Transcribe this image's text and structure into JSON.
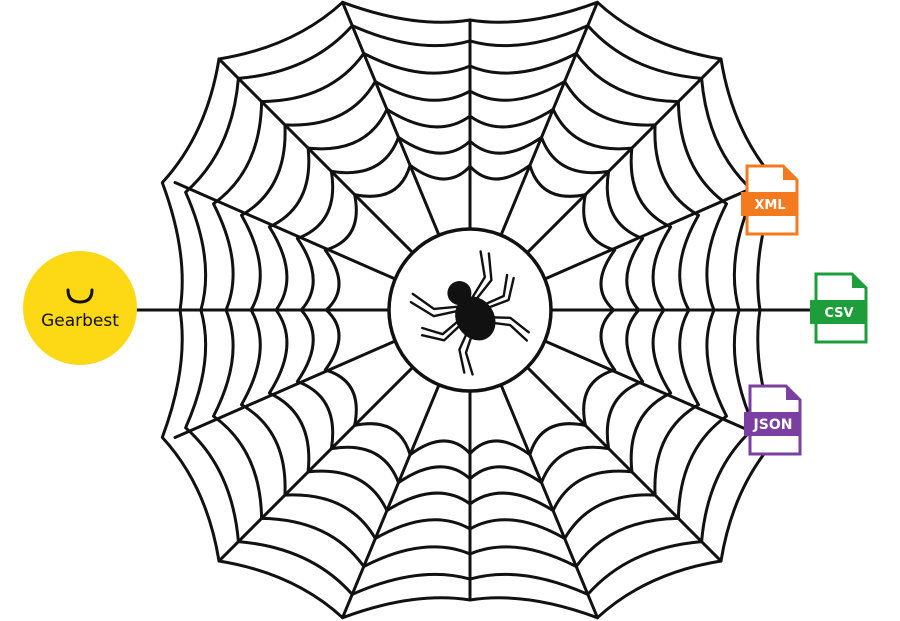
{
  "source": {
    "brand": "Gearbest",
    "icon": "gearbest-logo-icon",
    "color": "#FCD815"
  },
  "crawler": {
    "icon": "spider-icon",
    "web_icon": "spider-web-icon"
  },
  "outputs": [
    {
      "label": "XML",
      "icon": "xml-file-icon",
      "color": "#F47A1F"
    },
    {
      "label": "CSV",
      "icon": "csv-file-icon",
      "color": "#1E9E3B"
    },
    {
      "label": "JSON",
      "icon": "json-file-icon",
      "color": "#7A3FA0"
    }
  ]
}
